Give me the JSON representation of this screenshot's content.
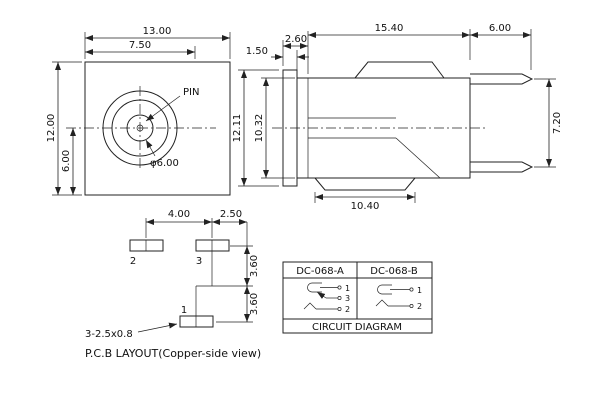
{
  "page": {
    "background": "#ffffff",
    "line_color": "#222222"
  },
  "front_view": {
    "dim_width": "13.00",
    "dim_width_partial": "7.50",
    "dim_height": "12.00",
    "dim_center_height": "6.00",
    "pin_label": "PIN",
    "dim_barrel_dia": "φ6.00"
  },
  "side_view": {
    "dim_flange_thickness": "1.50",
    "dim_step": "2.60",
    "dim_body_length": "15.40",
    "dim_pin_length": "6.00",
    "dim_overall_height": "12.11",
    "dim_body_height": "10.32",
    "dim_pin_spacing": "7.20",
    "dim_bottom_width": "10.40"
  },
  "pcb_layout": {
    "dim_pad_pitch": "4.00",
    "dim_pad_offset": "2.50",
    "dim_row_spacing_1": "3.60",
    "dim_row_spacing_2": "3.60",
    "pad_labels": {
      "pad1": "1",
      "pad2": "2",
      "pad3": "3"
    },
    "slot_note": "3-2.5x0.8",
    "caption": "P.C.B LAYOUT(Copper-side view)"
  },
  "circuit_diagram": {
    "model_a": "DC-068-A",
    "model_b": "DC-068-B",
    "pins_a": {
      "pin1": "1",
      "pin3": "3",
      "pin2": "2"
    },
    "pins_b": {
      "pin1": "1",
      "pin2": "2"
    },
    "caption": "CIRCUIT DIAGRAM"
  }
}
